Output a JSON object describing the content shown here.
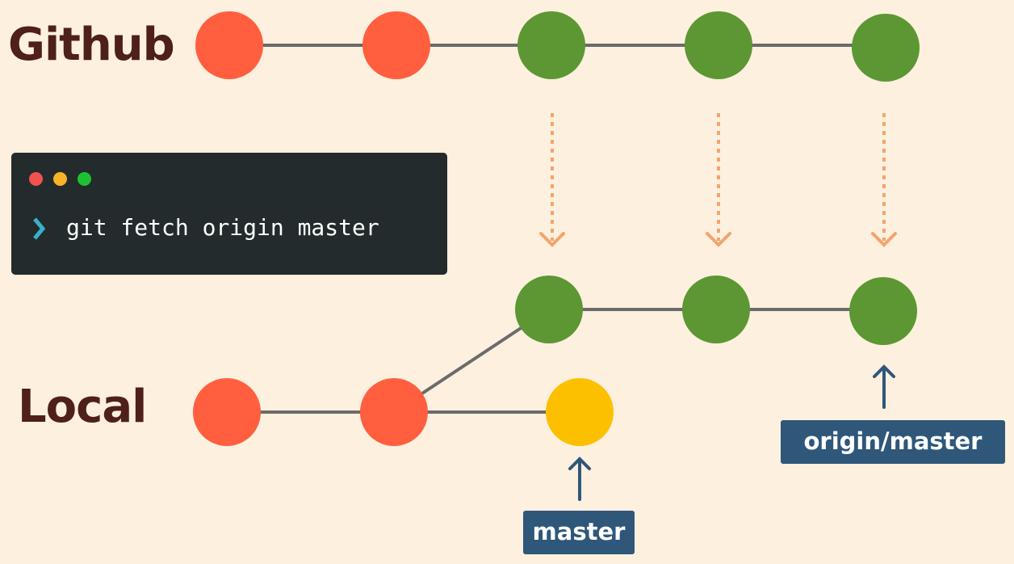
{
  "labels": {
    "github": "Github",
    "local": "Local"
  },
  "terminal": {
    "command": "git fetch origin master"
  },
  "branches": {
    "origin_master": "origin/master",
    "master": "master"
  },
  "colors": {
    "background": "#fdf0de",
    "commit_red": "#ff5f3f",
    "commit_green": "#5c9733",
    "commit_yellow": "#fdc001",
    "branch_label": "#2e577a",
    "fetch_arrow": "#f3a46e",
    "edge": "#6b6b6b"
  },
  "github_commits": [
    {
      "state": "local-known"
    },
    {
      "state": "local-known"
    },
    {
      "state": "new-remote"
    },
    {
      "state": "new-remote"
    },
    {
      "state": "new-remote"
    }
  ],
  "local_commits": [
    {
      "state": "local-known"
    },
    {
      "state": "local-known"
    },
    {
      "state": "local-only"
    }
  ],
  "fetched_commits": [
    {
      "state": "new-remote"
    },
    {
      "state": "new-remote"
    },
    {
      "state": "new-remote"
    }
  ]
}
